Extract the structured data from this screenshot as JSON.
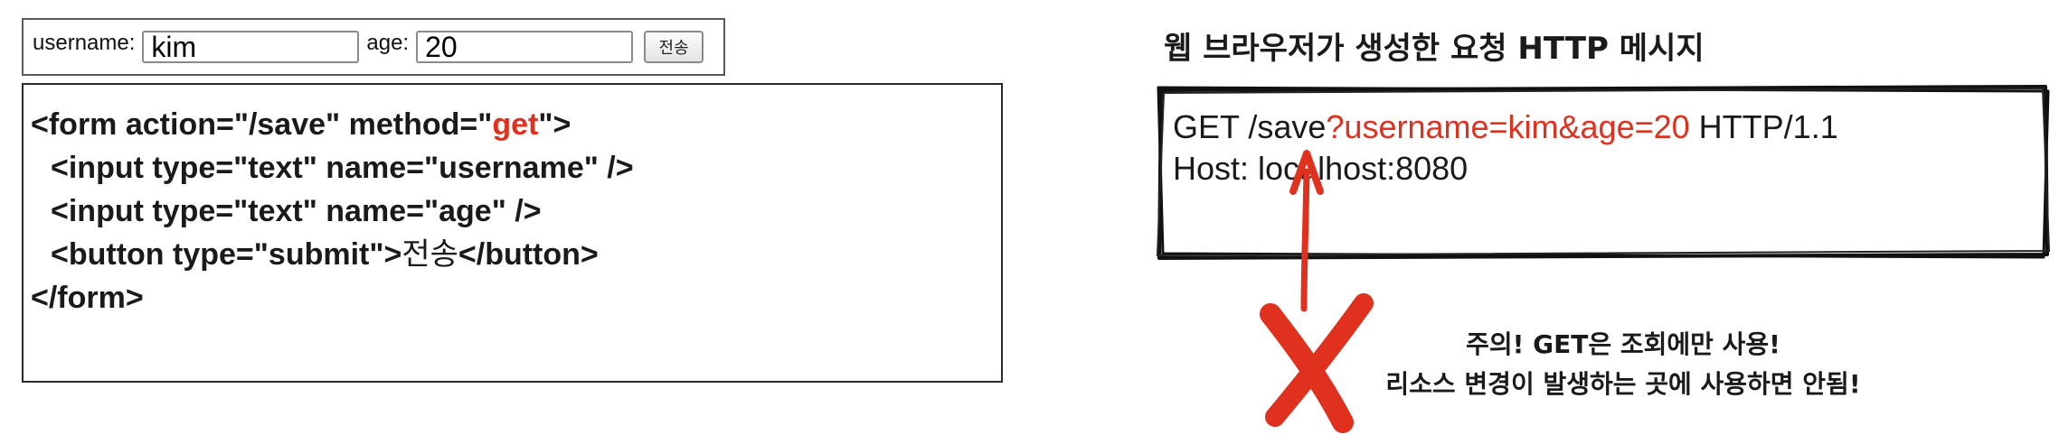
{
  "form_preview": {
    "username_label": "username:",
    "username_value": "kim",
    "age_label": "age:",
    "age_value": "20",
    "submit_label": "전송"
  },
  "code": {
    "line1_a": "<form action=\"/save\" method=\"",
    "line1_method": "get",
    "line1_b": "\">",
    "line2_a": "<input type=\"text\" name=\"",
    "line2_name": "username",
    "line2_b": "\" />",
    "line3_a": "<input type=\"text\" name=\"",
    "line3_name": "age",
    "line3_b": "\" />",
    "line4_a": "<button type=\"submit\">",
    "line4_text": "전송",
    "line4_b": "</button>",
    "line5": "</form>"
  },
  "request": {
    "title": "웹 브라우저가 생성한 요청 HTTP 메시지",
    "line1_method_path": "GET /save",
    "line1_query": "?username=kim&age=20",
    "line1_version": " HTTP/1.1",
    "line2": "Host: localhost:8080"
  },
  "warning": {
    "line1": "주의! GET은 조회에만 사용!",
    "line2": "리소스 변경이 발생하는 곳에 사용하면 안됨!"
  },
  "colors": {
    "accent_red": "#e0301e",
    "text": "#1a1a1a"
  }
}
